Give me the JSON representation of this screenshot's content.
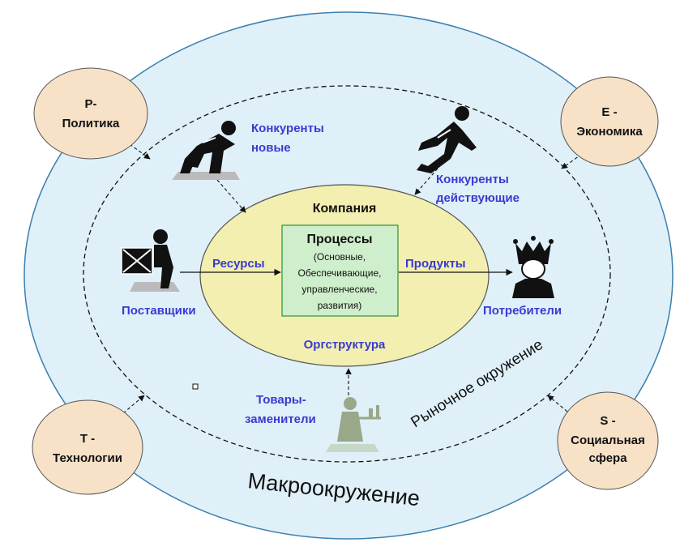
{
  "colors": {
    "outer_fill": "#dff0f8",
    "outer_stroke": "#3c7fae",
    "company_fill": "#f2efb0",
    "process_fill": "#cfeecb",
    "process_stroke": "#2f8f3a",
    "factor_fill": "#f7e1c7",
    "blue_text": "#3a3ad0"
  },
  "macro": {
    "label": "Макроокружение",
    "factors": [
      {
        "code": "P-",
        "name": "Политика"
      },
      {
        "code": "E -",
        "name": "Экономика"
      },
      {
        "code": "T -",
        "name": "Технологии"
      },
      {
        "code": "S -",
        "name": "Социальная",
        "name2": "сфера"
      }
    ]
  },
  "market": {
    "label": "Рыночное окружение",
    "new_competitors": [
      "Конкуренты",
      "новые"
    ],
    "current_competitors": [
      "Конкуренты",
      "действующие"
    ],
    "suppliers": "Поставщики",
    "consumers": "Потребители",
    "substitutes": [
      "Товары-",
      "заменители"
    ]
  },
  "company": {
    "title": "Компания",
    "resources": "Ресурсы",
    "products": "Продукты",
    "org": "Оргструктура",
    "process_title": "Процессы",
    "process_lines": [
      "(Основные,",
      "Обеспечивающие,",
      "управленческие,",
      "развития)"
    ]
  },
  "icons": {
    "new_competitor": "crouching-runner-icon",
    "current_competitor": "sprinter-icon",
    "supplier": "delivery-person-icon",
    "consumer": "crowned-king-icon",
    "substitute": "waiter-icon"
  }
}
